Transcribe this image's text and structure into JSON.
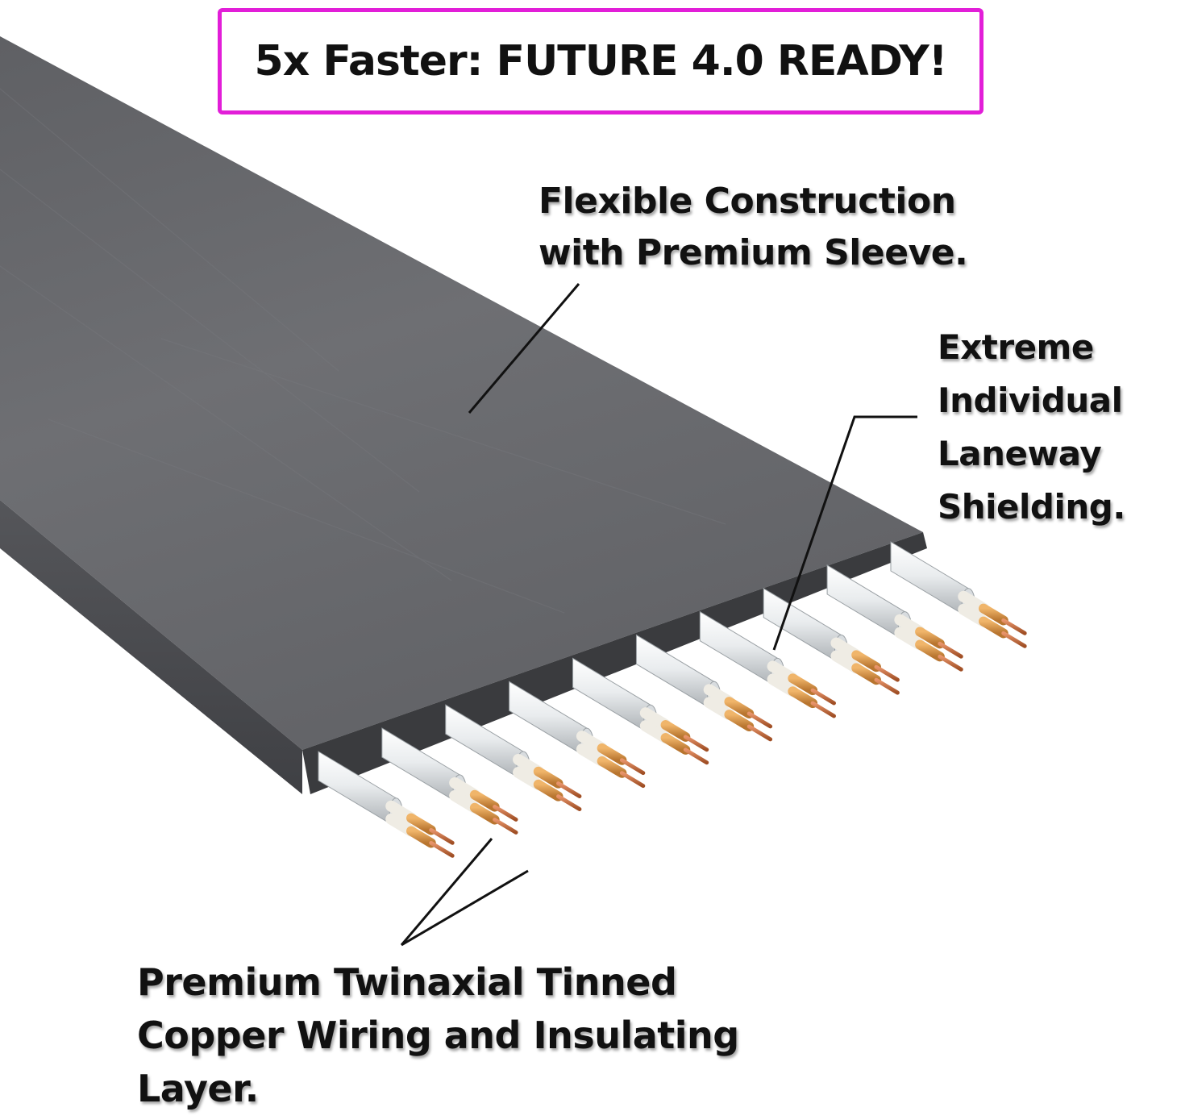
{
  "headline": "5x Faster: FUTURE 4.0 READY!",
  "callouts": {
    "sleeve": {
      "lines": [
        "Flexible Construction",
        "with Premium Sleeve."
      ]
    },
    "shielding": {
      "lines": [
        "Extreme",
        "Individual",
        "Laneway",
        "Shielding."
      ]
    },
    "wiring": {
      "lines": [
        "Premium Twinaxial Tinned",
        "Copper Wiring and Insulating",
        "Layer."
      ]
    }
  },
  "colors": {
    "frame_border": "#e21ed8",
    "sleeve": "#6b6c70",
    "shield": "#dfe3e6",
    "insulation": "#f2f0ea",
    "copper": "#c8703f",
    "foil": "#d79a55"
  }
}
